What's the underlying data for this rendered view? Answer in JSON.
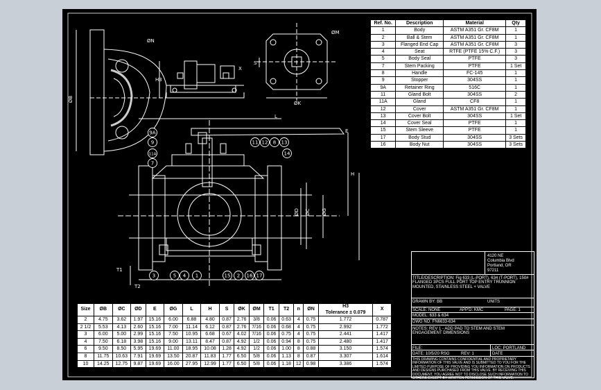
{
  "parts_table": {
    "headers": [
      "Ref. No.",
      "Description",
      "Material",
      "Qty"
    ],
    "rows": [
      [
        "1",
        "Body",
        "ASTM A351 Gr. CF8M",
        "1"
      ],
      [
        "2",
        "Ball & Stem",
        "ASTM A351 Gr. CF8M",
        "1"
      ],
      [
        "3",
        "Flanged End Cap",
        "ASTM A351 Gr. CF8M",
        "3"
      ],
      [
        "4",
        "Seat",
        "RTFE (PTFE 15% C.F.)",
        "3"
      ],
      [
        "5",
        "Body Seal",
        "PTFE",
        "3"
      ],
      [
        "7",
        "Stem Packing",
        "PTFE",
        "1 Set"
      ],
      [
        "8",
        "Handle",
        "FC-145",
        "1"
      ],
      [
        "9",
        "Stopper",
        "304SS",
        "1"
      ],
      [
        "9A",
        "Retainer Ring",
        "516C",
        "1"
      ],
      [
        "11",
        "Gland Bolt",
        "304SS",
        "2"
      ],
      [
        "11A",
        "Gland",
        "CF8",
        "1"
      ],
      [
        "12",
        "Cover",
        "ASTM A351 Gr. CF8M",
        "1"
      ],
      [
        "13",
        "Cover Bolt",
        "304SS",
        "1 Set"
      ],
      [
        "14",
        "Cover Seal",
        "PTFE",
        "1"
      ],
      [
        "15",
        "Stem Sleeve",
        "PTFE",
        "1"
      ],
      [
        "17",
        "Body Stud",
        "304SS",
        "3 Sets"
      ],
      [
        "16",
        "Body Nut",
        "304SS",
        "3 Sets"
      ]
    ]
  },
  "dimension_table": {
    "headers": [
      "Size",
      "ØB",
      "ØC",
      "ØD",
      "E",
      "ØG",
      "L",
      "H",
      "S",
      "ØK",
      "ØM",
      "T1",
      "T2",
      "n",
      "ØN",
      "H3",
      "X"
    ],
    "h3_tolerance": "Tolerance ± 0.079",
    "rows": [
      [
        "2",
        "4.75",
        "3.62",
        "1.97",
        "15.16",
        "6.00",
        "6.88",
        "4.80",
        "0.87",
        "2.76",
        "3/8",
        "0.06",
        "0.63",
        "4",
        "0.75",
        "1.772",
        "0.787"
      ],
      [
        "2 1/2",
        "5.53",
        "4.13",
        "2.60",
        "15.16",
        "7.00",
        "11.14",
        "6.12",
        "0.87",
        "2.76",
        "7/16",
        "0.06",
        "0.68",
        "4",
        "0.75",
        "2.992",
        "1.772"
      ],
      [
        "3",
        "6.00",
        "5.00",
        "2.99",
        "15.16",
        "7.50",
        "10.95",
        "6.68",
        "0.67",
        "4.02",
        "7/16",
        "0.06",
        "0.75",
        "4",
        "0.75",
        "2.441",
        "1.417"
      ],
      [
        "4",
        "7.50",
        "6.18",
        "3.98",
        "15.16",
        "9.00",
        "13.11",
        "8.47",
        "0.87",
        "4.92",
        "1/2",
        "0.06",
        "0.94",
        "8",
        "0.75",
        "2.480",
        "1.417"
      ],
      [
        "6",
        "9.50",
        "8.50",
        "5.95",
        "19.69",
        "11.00",
        "18.95",
        "10.08",
        "1.28",
        "4.92",
        "1/2",
        "0.06",
        "1.00",
        "8",
        "0.88",
        "3.150",
        "1.574"
      ],
      [
        "8",
        "11.75",
        "10.63",
        "7.91",
        "19.69",
        "13.50",
        "20.87",
        "11.83",
        "1.77",
        "6.50",
        "5/8",
        "0.06",
        "1.13",
        "8",
        "0.87",
        "3.307",
        "1.614"
      ],
      [
        "10",
        "14.25",
        "12.75",
        "9.87",
        "19.69",
        "16.00",
        "27.95",
        "12.99",
        "1.77",
        "6.50",
        "5/8",
        "0.06",
        "1.18",
        "12",
        "0.98",
        "3.386",
        "1.574"
      ]
    ]
  },
  "drawing_labels": {
    "dim_l": "L",
    "dim_h": "H",
    "dim_e": "E",
    "dim_k": "ØK",
    "dim_m": "ØM",
    "dim_n": "ØN",
    "dim_b": "ØB",
    "dim_c": "ØC",
    "dim_d": "ØD",
    "dim_g": "ØG",
    "dim_h3": "H3",
    "dim_x": "X",
    "dim_s": "S",
    "dim_t1": "T1",
    "dim_t2": "T2",
    "callouts": [
      "9A",
      "9",
      "11A",
      "7",
      "11",
      "12",
      "8",
      "13",
      "14",
      "3",
      "5",
      "4",
      "1",
      "15",
      "2",
      "16",
      "17"
    ]
  },
  "title_block": {
    "address": [
      "4120 NE",
      "Columbia Blvd",
      "Portland, OR",
      "97211"
    ],
    "title_desc": "TITLE/DESCRIPTION: Fig 633 (L-PORT), 634 (T-PORT), 150# FLANGED 3PCS FULL PORT TOP ENTRY TRUNNION MOUNTED, STAINLESS STEEL + VALVE",
    "drawn_by": "DRAWN BY: BB",
    "date": "DATE",
    "units": "UNITS",
    "scale": "SCALE: NONE",
    "appd": "APP'D: KMC",
    "page": "PAGE: 1",
    "models": "MODEL: 633 & 634",
    "dwg_no": "DWG NO: FN6633-634",
    "notes": "NOTES: REV 1 - ADD PAD TO STEM AND STEM ENGAGEMENT DIMENSIONS",
    "file": "FILE:",
    "loc": "LOC: PORTLAND",
    "rev_date": "DATE: 10/5/20 RSG",
    "rev": "REV: 1",
    "date2": "DATE",
    "disclaimer": "THIS DRAWING CONTAINS CONFIDENTIAL AND PROPRIETARY INFORMATION OF THIS VALVE AND IS SUBMITTED TO YOU FOR THE LIMITED PURPOSE OF PROVIDING YOU INFORMATION ON PRODUCTS AND DESIGNS PURCHASED FROM THIS VALVE. BY RECEIVING THIS DOCUMENT, YOU AGREE NOT TO DISCLOSE SUCH INFORMATION TO OTHERS EXCEPT BY WRITTEN PERMISSION OF THIS VALVE."
  }
}
